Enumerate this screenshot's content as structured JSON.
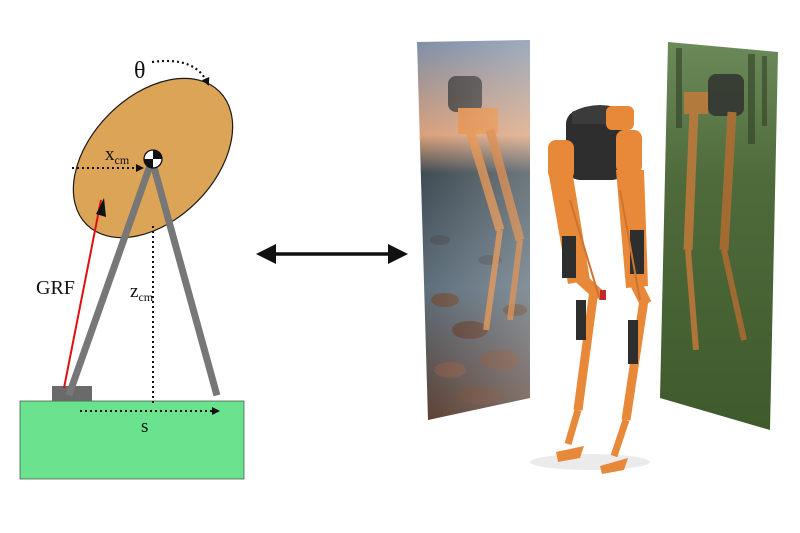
{
  "model": {
    "labels": {
      "theta": "θ",
      "x_cm_main": "x",
      "x_cm_sub": "cm",
      "z_cm_main": "z",
      "z_cm_sub": "cm",
      "grf": "GRF",
      "s": "s"
    },
    "colors": {
      "body": "#dca457",
      "body_stroke": "#1a1a1a",
      "leg": "#777777",
      "ground": "#6be38e",
      "grf_arrow": "#e01010",
      "foot": "#6a6a6a"
    }
  },
  "robot_panels": {
    "left_scene": "rocky-beach-sunset",
    "right_scene": "forest",
    "robot_color": "#e8893a",
    "robot_dark": "#2e2e2e"
  }
}
